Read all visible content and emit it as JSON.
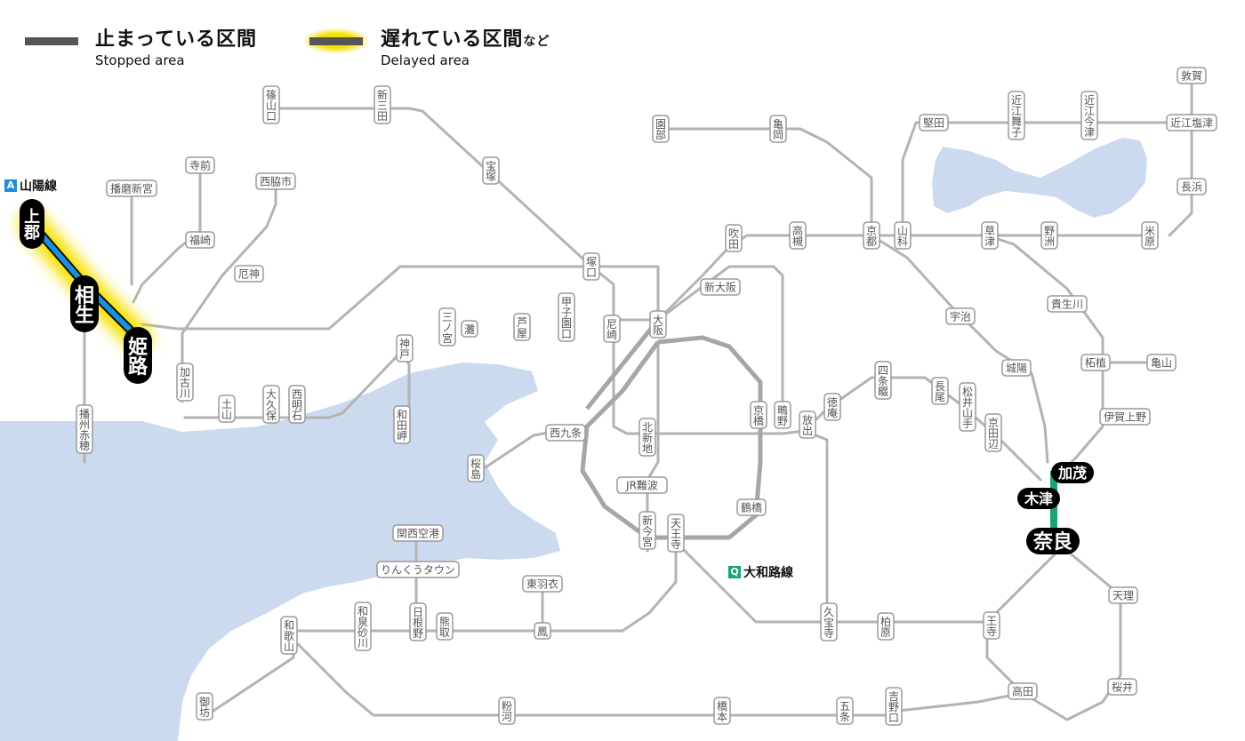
{
  "legend": {
    "stopped_ja": "止まっている区間",
    "stopped_en": "Stopped area",
    "delayed_ja": "遅れている区間",
    "delayed_suffix": "など",
    "delayed_en": "Delayed area"
  },
  "lines": {
    "sanyo": {
      "badge": "A",
      "name": "山陽線",
      "color": "#1d8fd6"
    },
    "yamatoji": {
      "badge": "Q",
      "name": "大和路線",
      "color": "#1aa472"
    },
    "nara_color": "#1aa472"
  },
  "colors": {
    "water": "#ccdaef",
    "track": "#b3b3b3",
    "loop": "#a6a6a6",
    "highlight": "#f6e000",
    "stopped": "#555555"
  },
  "major_stations": [
    "上郡",
    "相生",
    "姫路",
    "木津",
    "加茂",
    "奈良"
  ],
  "stations": [
    "篠山口",
    "新三田",
    "宝塚",
    "園部",
    "亀岡",
    "京都",
    "山科",
    "堅田",
    "近江舞子",
    "近江今津",
    "敦賀",
    "近江塩津",
    "長浜",
    "米原",
    "野洲",
    "草津",
    "吹田",
    "高槻",
    "新大阪",
    "大阪",
    "尼崎",
    "甲子園口",
    "芦屋",
    "灘",
    "三ノ宮",
    "神戸",
    "和田岬",
    "西明石",
    "大久保",
    "土山",
    "加古川",
    "厄神",
    "西脇市",
    "播磨新宮",
    "寺前",
    "福崎",
    "播州赤穂",
    "塚口",
    "京橋",
    "鴫野",
    "放出",
    "徳庵",
    "四条畷",
    "長尾",
    "松井山手",
    "京田辺",
    "宇治",
    "城陽",
    "貴生川",
    "柘植",
    "亀山",
    "伊賀上野",
    "北新地",
    "西九条",
    "桜島",
    "JR難波",
    "新今宮",
    "天王寺",
    "鶴橋",
    "関西空港",
    "りんくうタウン",
    "東羽衣",
    "鳳",
    "日根野",
    "熊取",
    "和泉砂川",
    "和歌山",
    "御坊",
    "粉河",
    "橋本",
    "五条",
    "吉野口",
    "高田",
    "王寺",
    "柏原",
    "久宝寺",
    "天理",
    "桜井"
  ]
}
